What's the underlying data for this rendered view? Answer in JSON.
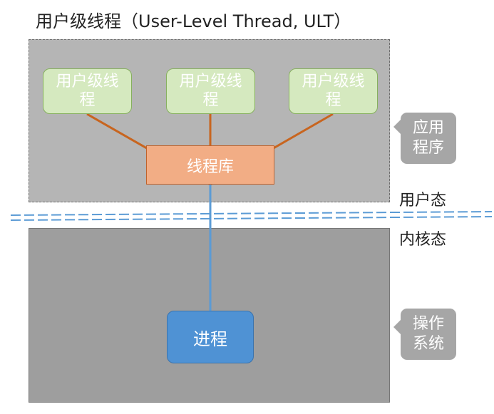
{
  "title": "用户级线程（User-Level Thread, ULT）",
  "user_threads": [
    {
      "label": "用户级线程"
    },
    {
      "label": "用户级线程"
    },
    {
      "label": "用户级线程"
    }
  ],
  "thread_library": {
    "label": "线程库"
  },
  "process": {
    "label": "进程"
  },
  "app_callout": {
    "label": "应用程序"
  },
  "os_callout": {
    "label": "操作系统"
  },
  "boundary": {
    "user_mode": "用户态",
    "kernel_mode": "内核态"
  },
  "colors": {
    "app_region": "#b5b5b5",
    "os_region": "#9e9e9e",
    "thread_fill": "#d5e9bf",
    "library_fill": "#f2ad85",
    "orange_line": "#c8651f",
    "process_fill": "#4f92d4",
    "blue_line": "#5b9bd5"
  }
}
